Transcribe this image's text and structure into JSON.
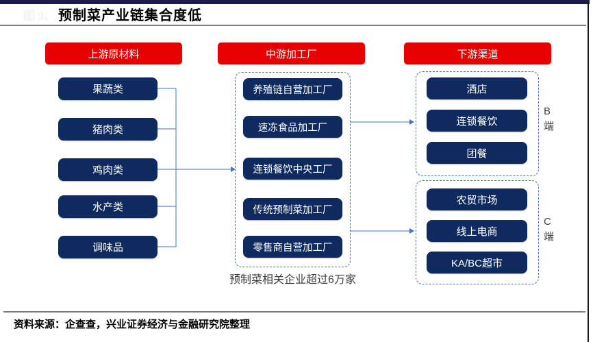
{
  "page": {
    "figure_label": "图 9、",
    "title": "预制菜产业链集合度低",
    "source": "资料来源：企查查，兴业证券经济与金融研究院整理"
  },
  "upstream": {
    "header": "上游原材料",
    "items": [
      "果蔬类",
      "猪肉类",
      "鸡肉类",
      "水产类",
      "调味品"
    ]
  },
  "midstream": {
    "header": "中游加工厂",
    "items": [
      "养殖链自营加工厂",
      "速冻食品加工厂",
      "连锁餐饮中央工厂",
      "传统预制菜加工厂",
      "零售商自营加工厂"
    ],
    "caption": "预制菜相关企业超过6万家"
  },
  "downstream": {
    "header": "下游渠道",
    "b_group": {
      "label": "B\n端",
      "items": [
        "酒店",
        "连锁餐饮",
        "团餐"
      ]
    },
    "c_group": {
      "label": "C\n端",
      "items": [
        "农贸市场",
        "线上电商",
        "KA/BC超市"
      ]
    }
  },
  "colors": {
    "header_red": "#e60000",
    "box_navy": "#0e2a5e",
    "connector_blue": "#4472c4",
    "topbar": "#1b1b4e",
    "divider_gray": "#7f7f7f"
  }
}
